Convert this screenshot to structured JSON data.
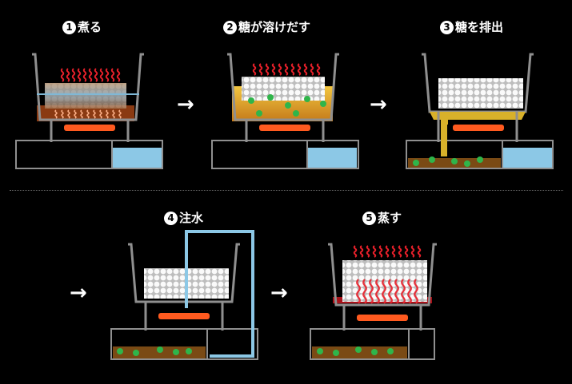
{
  "steps": [
    {
      "number": "1",
      "label": "煮る"
    },
    {
      "number": "2",
      "label": "糖が溶けだす"
    },
    {
      "number": "3",
      "label": "糖を排出"
    },
    {
      "number": "4",
      "label": "注水"
    },
    {
      "number": "5",
      "label": "蒸す"
    }
  ],
  "arrows": {
    "glyph": "→"
  },
  "colors": {
    "background": "#000000",
    "pot_outline": "#8f8f8f",
    "water": "#8cc8e6",
    "heater": "#ff5a1f",
    "steam": "#e8202a",
    "sugar_syrup": "#e0b22a",
    "drain_liquid": "#7a4a14",
    "grain": "#f2f2f2",
    "green_dots": "#2fb54a"
  }
}
